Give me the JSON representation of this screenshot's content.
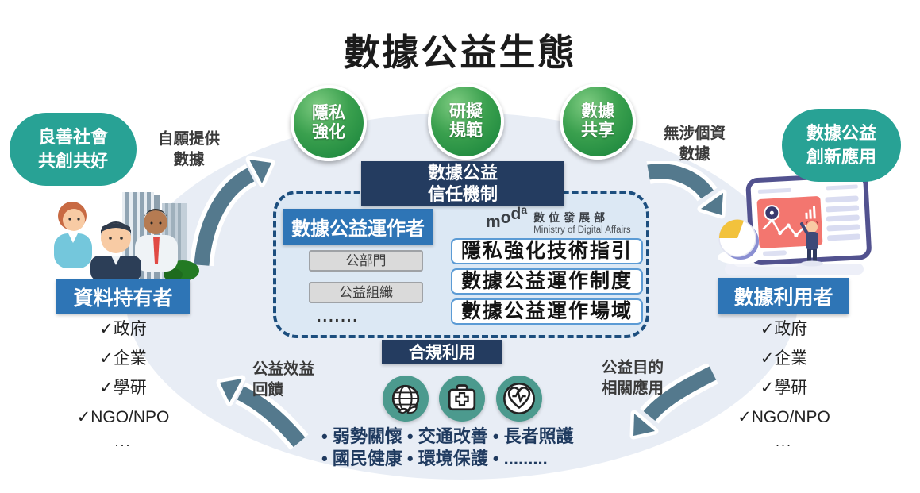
{
  "title": "數據公益生態",
  "colors": {
    "teal_pill": "#28A295",
    "blue_label": "#2E75B6",
    "navy_banner": "#243C60",
    "pillar_green": "#2E9944",
    "icon_circle_teal": "#4C9A8E",
    "arrow_steel": "#54798D",
    "ellipse_bg": "#E8EDF5",
    "dashed_border": "#1C4E7E",
    "mech_box_border": "#5B9BD5"
  },
  "pillars": [
    {
      "line1": "隱私",
      "line2": "強化"
    },
    {
      "line1": "研擬",
      "line2": "規範"
    },
    {
      "line1": "數據",
      "line2": "共享"
    }
  ],
  "flow_labels": {
    "top_left": {
      "line1": "自願提供",
      "line2": "數據"
    },
    "top_right": {
      "line1": "無涉個資",
      "line2": "數據"
    },
    "bottom_left": {
      "line1": "公益效益",
      "line2": "回饋"
    },
    "bottom_right": {
      "line1": "公益目的",
      "line2": "相關應用"
    }
  },
  "left": {
    "pill": {
      "line1": "良善社會",
      "line2": "共創共好"
    },
    "role_label": "資料持有者",
    "members": [
      "✓政府",
      "✓企業",
      "✓學研",
      "✓NGO/NPO",
      "..."
    ]
  },
  "right": {
    "pill": {
      "line1": "數據公益",
      "line2": "創新應用"
    },
    "role_label": "數據利用者",
    "members": [
      "✓政府",
      "✓企業",
      "✓學研",
      "✓NGO/NPO",
      "..."
    ]
  },
  "center": {
    "trust_banner": {
      "line1": "數據公益",
      "line2": "信任機制"
    },
    "operator_label": "數據公益運作者",
    "operator_items": [
      "公部門",
      "公益組織",
      "......."
    ],
    "mechanisms": [
      "隱私強化技術指引",
      "數據公益運作制度",
      "數據公益運作場域"
    ],
    "compliance_banner": "合規利用",
    "icons": [
      "globe-eco-icon",
      "first-aid-icon",
      "heart-pulse-icon"
    ],
    "applications": {
      "line1": "• 弱勢關懷 • 交通改善 • 長者照護",
      "line2": "• 國民健康 • 環境保護 • ........."
    }
  },
  "moda": {
    "letters": [
      "m",
      "o",
      "d",
      "a"
    ],
    "name_zh": "數位發展部",
    "name_en": "Ministry of Digital Affairs"
  }
}
